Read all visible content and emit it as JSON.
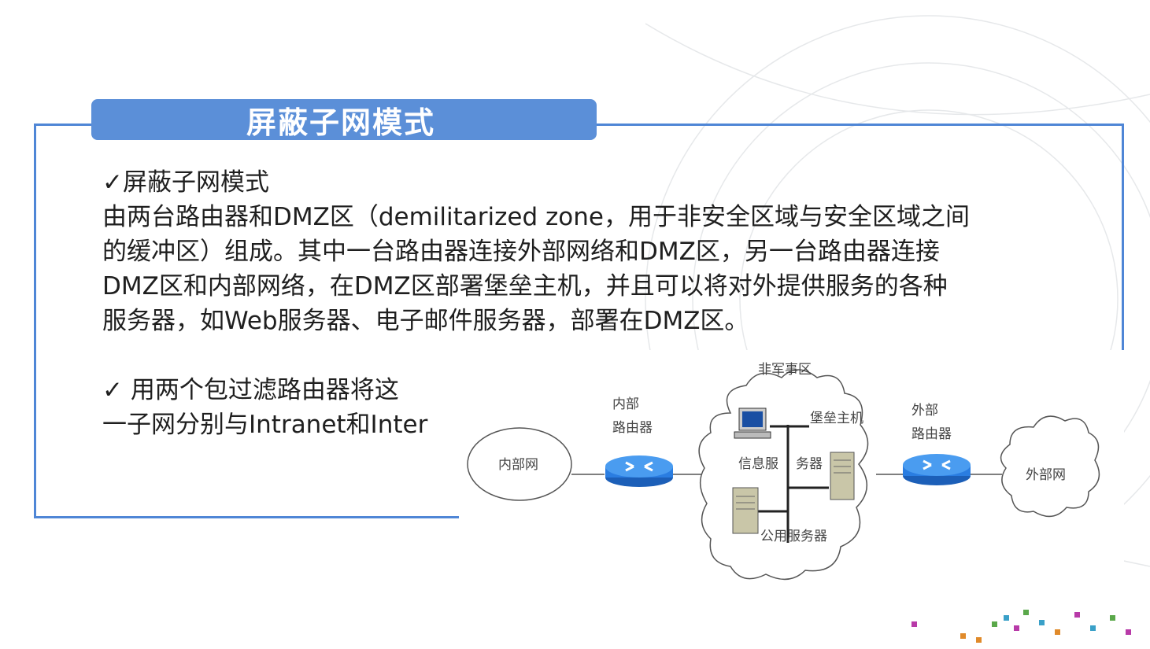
{
  "slide": {
    "title": "屏蔽子网模式",
    "bullet1": {
      "heading": "✓屏蔽子网模式",
      "lines": [
        "由两台路由器和DMZ区（demilitarized zone，用于非安全区域与安全区域之间",
        "的缓冲区）组成。其中一台路由器连接外部网络和DMZ区，另一台路由器连接",
        "DMZ区和内部网络，在DMZ区部署堡垒主机，并且可以将对外提供服务的各种",
        "服务器，如Web服务器、电子邮件服务器，部署在DMZ区。"
      ]
    },
    "bullet2": {
      "lines": [
        "✓ 用两个包过滤路由器将这",
        "一子网分别与Intranet和Inter"
      ]
    }
  },
  "diagram": {
    "dmz_label": "非军事区",
    "internal_router_label": [
      "内部",
      "路由器"
    ],
    "external_router_label": [
      "外部",
      "路由器"
    ],
    "internal_net": "内部网",
    "external_net": "外部网",
    "bastion_host": "堡垒主机",
    "info_server": [
      "信息服",
      "务器"
    ],
    "public_server": "公用服务器"
  },
  "colors": {
    "frame": "#4f86d6",
    "title_bg": "#5b8fd8",
    "router": "#2a7de1"
  }
}
